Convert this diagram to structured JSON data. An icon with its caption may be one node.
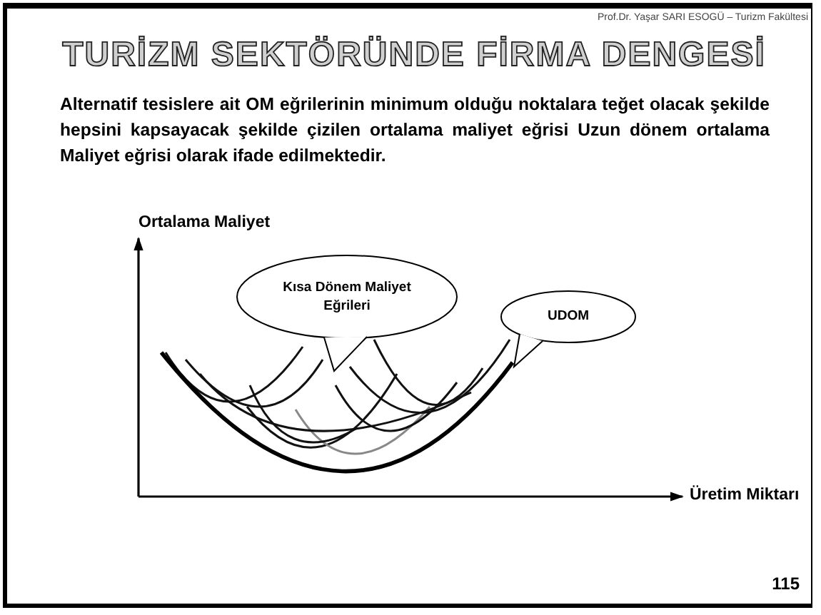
{
  "diagram": {
    "title": "TURİZM SEKTÖRÜNDE FİRMA DENGESİ",
    "nodes": [
      {
        "text": [
          "Kısa Dönem Maliyet Eğrileri"
        ]
      },
      {
        "text": [
          "UDOM"
        ]
      }
    ],
    "labels": [
      "Prof.Dr. Yaşar SARI  ESOGÜ – Turizm Fakültesi",
      "Alternatif tesislere ait OM eğrilerinin minimum olduğu noktalara teğet olacak şekilde hepsini kapsayacak şekilde çizilen ortalama maliyet eğrisi Uzun dönem ortalama Maliyet eğrisi olarak ifade edilmektedir.",
      "Ortalama Maliyet",
      "Üretim Miktarı",
      "115"
    ]
  }
}
